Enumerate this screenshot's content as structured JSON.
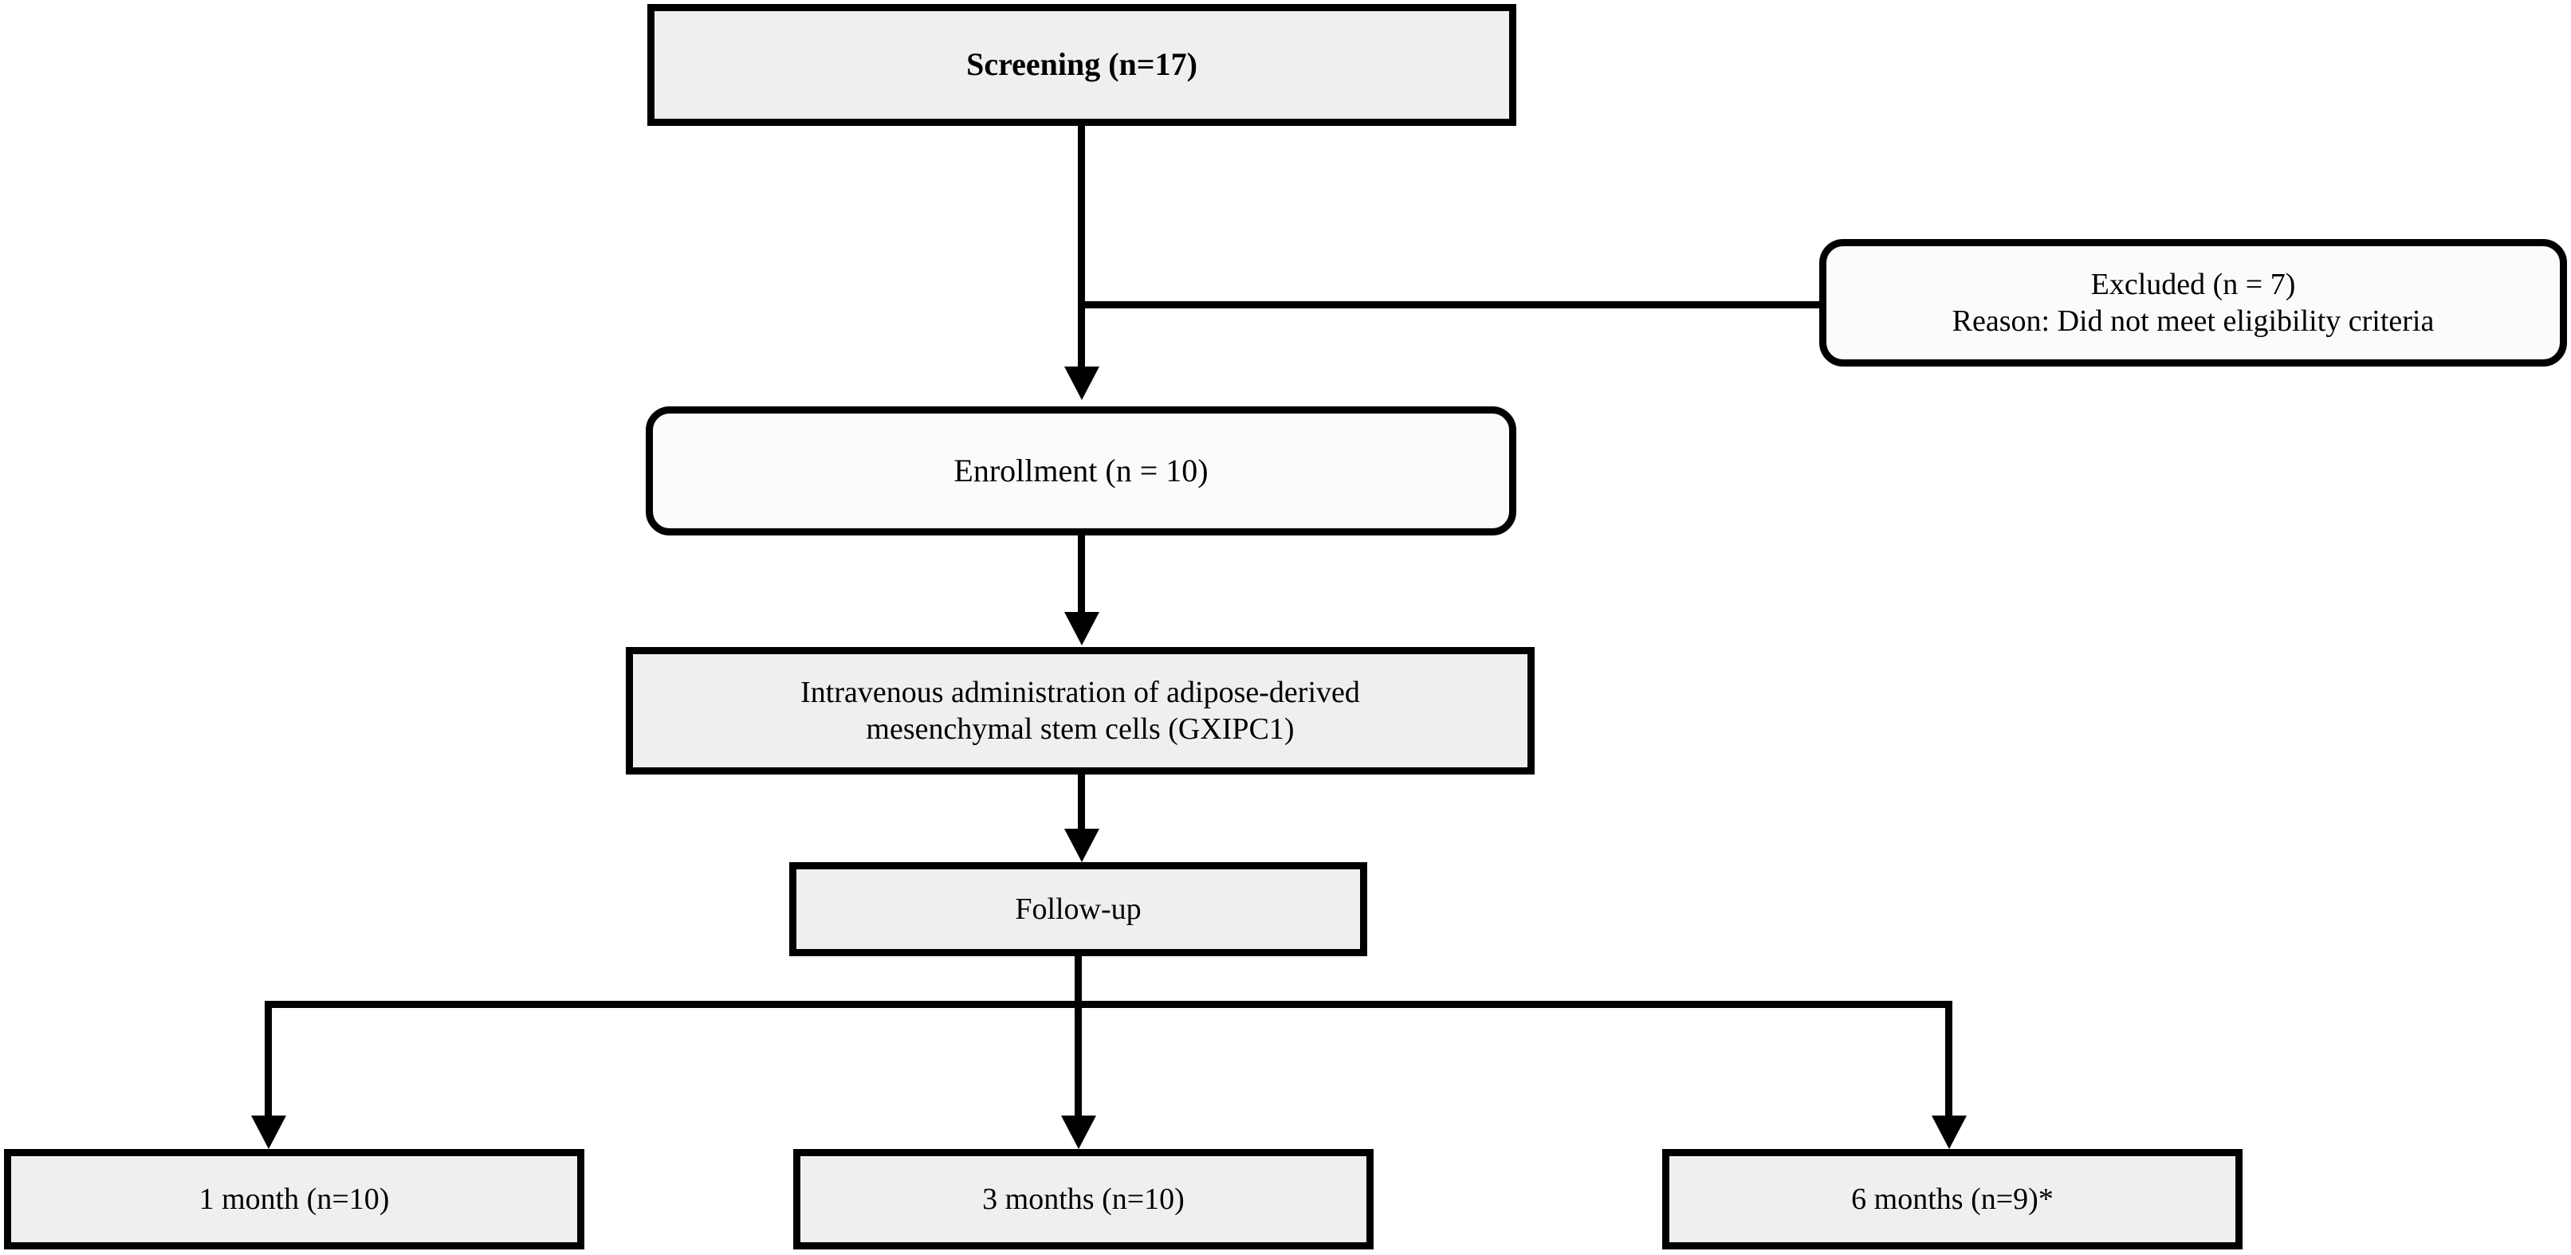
{
  "diagram": {
    "type": "clinical-trial-flow-chart",
    "title": "",
    "nodes": [
      {
        "id": "screening",
        "label": "Screening (n=17)",
        "style": "gray",
        "bold": true,
        "corners": "square",
        "font_size": 40
      },
      {
        "id": "excluded",
        "label": "Excluded (n = 7)\nReason: Did not meet eligibility criteria",
        "style": "white",
        "bold": false,
        "corners": "rounded",
        "font_size": 38
      },
      {
        "id": "enrollment",
        "label": "Enrollment (n = 10)",
        "style": "white",
        "bold": true,
        "corners": "rounded",
        "font_size": 40
      },
      {
        "id": "intervention",
        "label": "Intravenous administration of adipose-derived\nmesenchymal stem cells (GXIPC1)",
        "style": "gray",
        "bold": false,
        "corners": "square",
        "font_size": 38
      },
      {
        "id": "followup",
        "label": "Follow-up",
        "style": "gray",
        "bold": false,
        "corners": "square",
        "font_size": 38
      },
      {
        "id": "month1",
        "label": "1 month (n=10)",
        "style": "gray",
        "bold": false,
        "corners": "square",
        "font_size": 38
      },
      {
        "id": "month3",
        "label": "3 months (n=10)",
        "style": "gray",
        "bold": false,
        "corners": "square",
        "font_size": 38
      },
      {
        "id": "month6",
        "label": "6 months (n=9)*",
        "style": "gray",
        "bold": false,
        "corners": "square",
        "font_size": 38
      }
    ],
    "edges": [
      {
        "from": "screening",
        "to": "enrollment",
        "arrow": true,
        "kind": "vertical"
      },
      {
        "from": "screening",
        "to": "excluded",
        "arrow": false,
        "kind": "horizontal-branch"
      },
      {
        "from": "enrollment",
        "to": "intervention",
        "arrow": true,
        "kind": "vertical"
      },
      {
        "from": "intervention",
        "to": "followup",
        "arrow": true,
        "kind": "vertical"
      },
      {
        "from": "followup",
        "to": "month1",
        "arrow": true,
        "kind": "split-branch"
      },
      {
        "from": "followup",
        "to": "month3",
        "arrow": true,
        "kind": "split-branch"
      },
      {
        "from": "followup",
        "to": "month6",
        "arrow": true,
        "kind": "split-branch"
      }
    ],
    "colors": {
      "line": "#000000",
      "fill_gray": "#efeef1",
      "fill_white": "#fbfbfb",
      "text": "#000000",
      "background": "#ffffff"
    }
  }
}
